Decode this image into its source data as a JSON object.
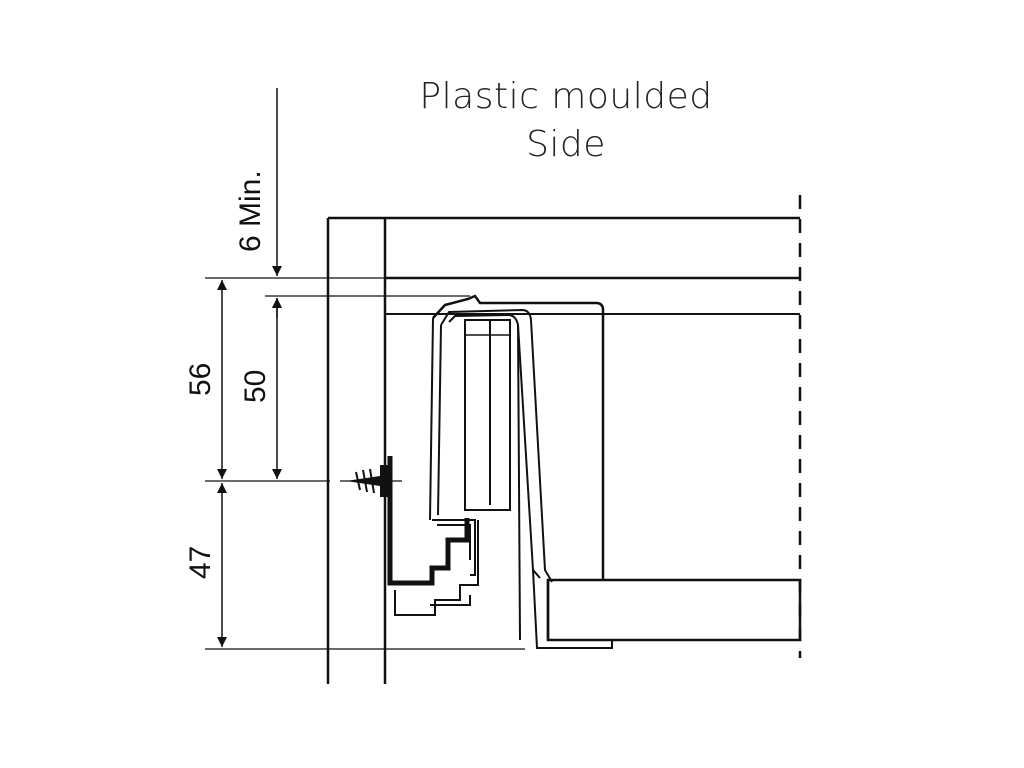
{
  "title": {
    "line1": "Plastic moulded",
    "line2": "Side"
  },
  "dimensions": {
    "clearance": "6 Min.",
    "overall_height": "56",
    "runner_height": "50",
    "screw_to_bottom": "47"
  }
}
